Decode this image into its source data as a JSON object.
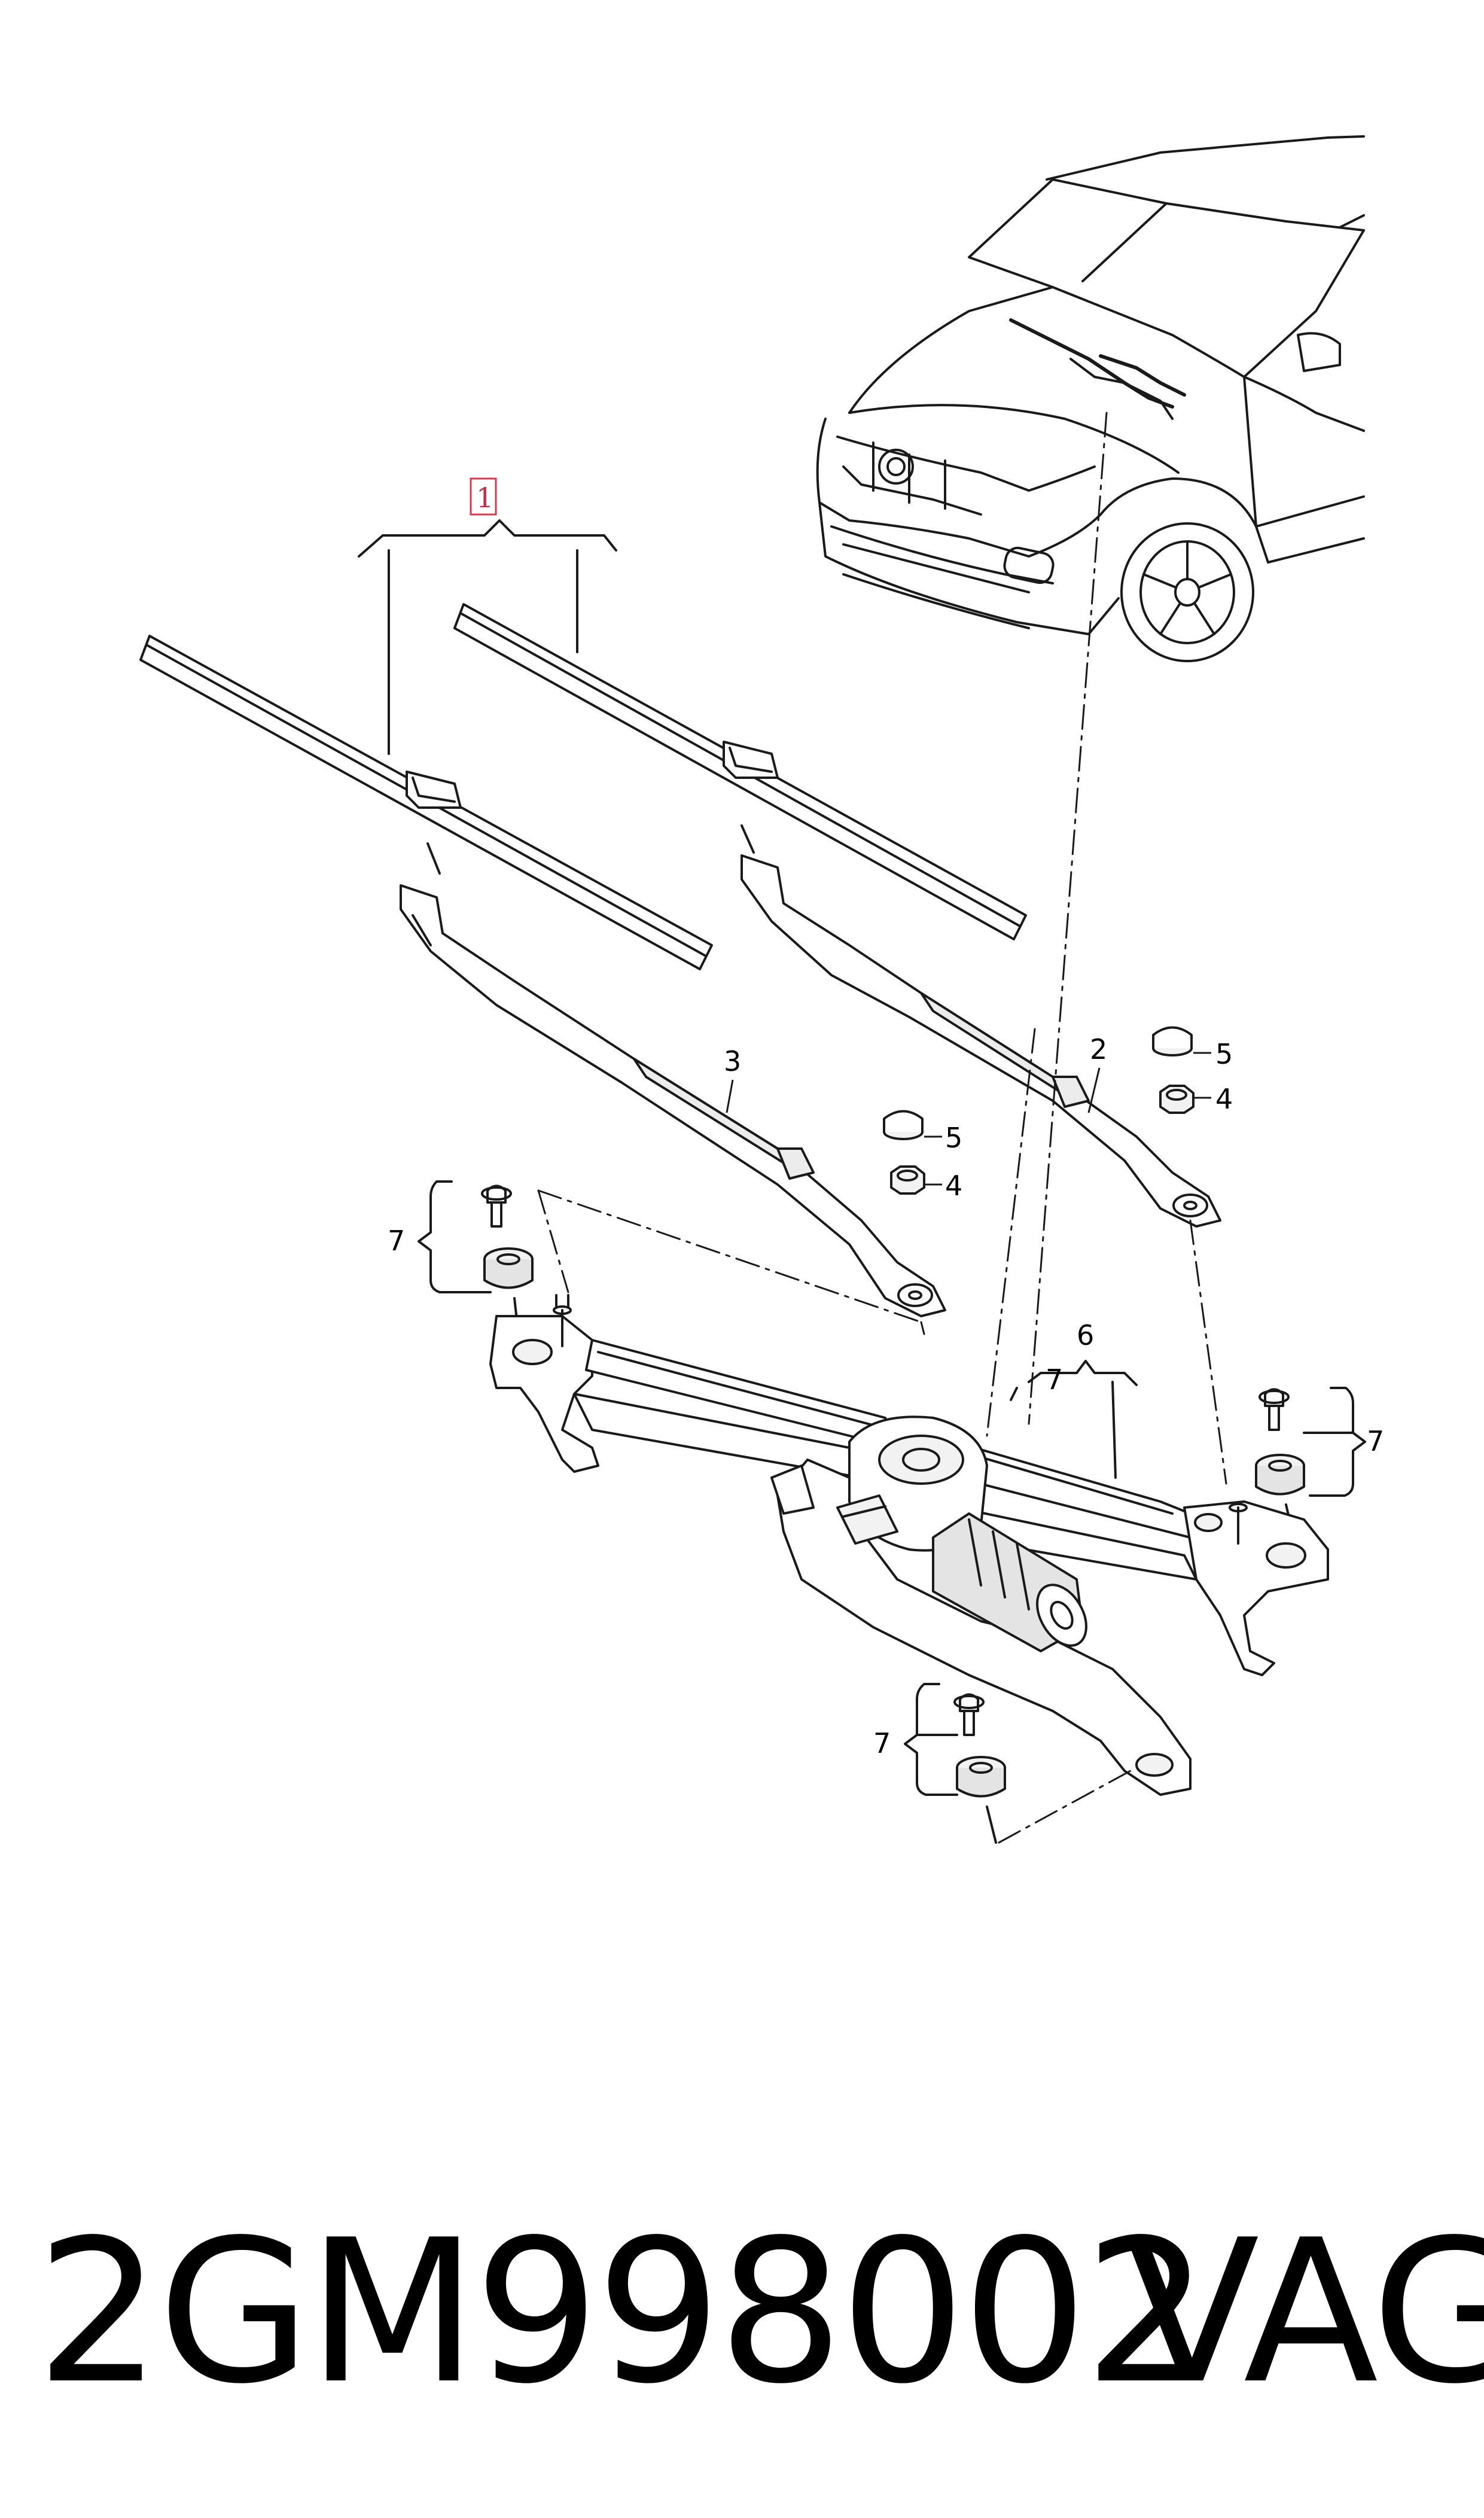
{
  "colors": {
    "line": "#1a1a1a",
    "fill_light": "#f2f2f2",
    "fill_mid": "#e4e4e4",
    "highlight_box": "#d8394f"
  },
  "callouts": {
    "wiper_blades": "1",
    "wiper_arm_right": "2",
    "wiper_arm_left": "3",
    "nut_left": "4",
    "cap_left": "5",
    "nut_right": "4",
    "cap_right": "5",
    "linkage_with_motor": "6",
    "linkage_sub_7": "7",
    "mount_left": "7",
    "mount_right": "7",
    "mount_bottom": "7"
  },
  "footer": {
    "part_number": "2GM998002",
    "brand": "VAG"
  }
}
